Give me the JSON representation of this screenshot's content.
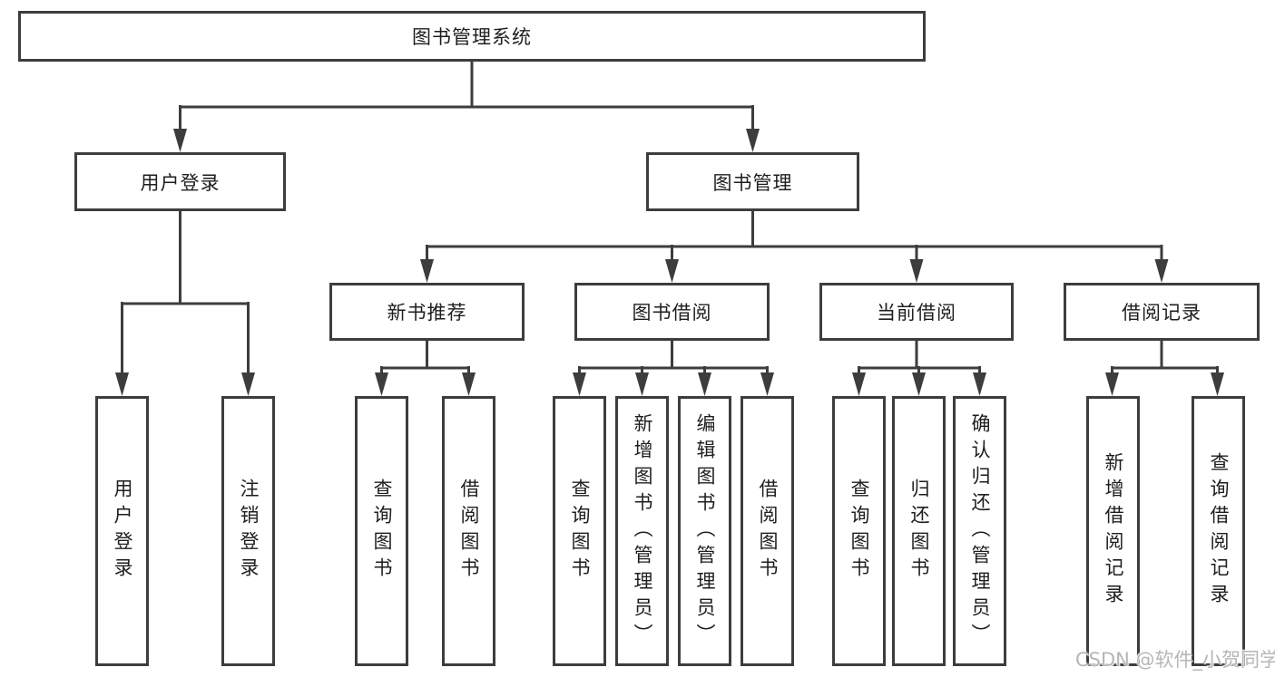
{
  "diagram": {
    "title": "图书管理系统",
    "tree": {
      "label": "图书管理系统",
      "children": [
        {
          "label": "用户登录",
          "children": [
            {
              "label": "用户登录"
            },
            {
              "label": "注销登录"
            }
          ]
        },
        {
          "label": "图书管理",
          "children": [
            {
              "label": "新书推荐",
              "children": [
                {
                  "label": "查询图书"
                },
                {
                  "label": "借阅图书"
                }
              ]
            },
            {
              "label": "图书借阅",
              "children": [
                {
                  "label": "查询图书"
                },
                {
                  "label": "新增图书（管理员）"
                },
                {
                  "label": "编辑图书（管理员）"
                },
                {
                  "label": "借阅图书"
                }
              ]
            },
            {
              "label": "当前借阅",
              "children": [
                {
                  "label": "查询图书"
                },
                {
                  "label": "归还图书"
                },
                {
                  "label": "确认归还（管理员）"
                }
              ]
            },
            {
              "label": "借阅记录",
              "children": [
                {
                  "label": "新增借阅记录"
                },
                {
                  "label": "查询借阅记录"
                }
              ]
            }
          ]
        }
      ]
    }
  },
  "watermark": {
    "text": "CSDN @软件_小贺同学"
  },
  "colors": {
    "line": "#3d3d3d",
    "box_border": "#3d3d3d",
    "text": "#1e1e1e",
    "watermark": "#b6b6b6",
    "background": "#ffffff"
  }
}
